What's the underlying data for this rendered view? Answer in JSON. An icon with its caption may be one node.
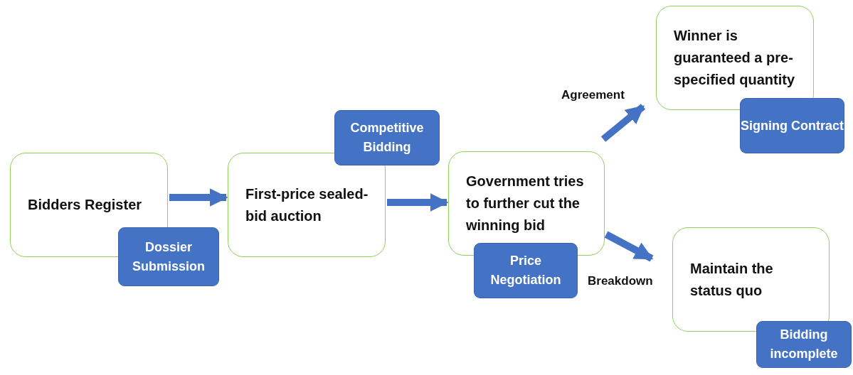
{
  "diagram": {
    "nodes": [
      {
        "text": [
          "Bidders Register"
        ]
      },
      {
        "text": [
          "Dossier Submission"
        ]
      },
      {
        "text": [
          "First-price sealed-bid auction"
        ]
      },
      {
        "text": [
          "Competitive Bidding"
        ]
      },
      {
        "text": [
          "Government tries to further cut the winning bid"
        ]
      },
      {
        "text": [
          "Price Negotiation"
        ]
      },
      {
        "text": [
          "Winner is guaranteed a pre-specified quantity"
        ]
      },
      {
        "text": [
          "Signing Contract"
        ]
      },
      {
        "text": [
          "Maintain the status quo"
        ]
      },
      {
        "text": [
          "Bidding incomplete"
        ]
      }
    ],
    "edges": [
      {
        "from": 0,
        "to": 2,
        "arrow": "to"
      },
      {
        "from": 2,
        "to": 4,
        "arrow": "to"
      },
      {
        "from": 4,
        "to": 6,
        "arrow": "to",
        "label": "Agreement"
      },
      {
        "from": 4,
        "to": 8,
        "arrow": "to",
        "label": "Breakdown"
      }
    ]
  }
}
